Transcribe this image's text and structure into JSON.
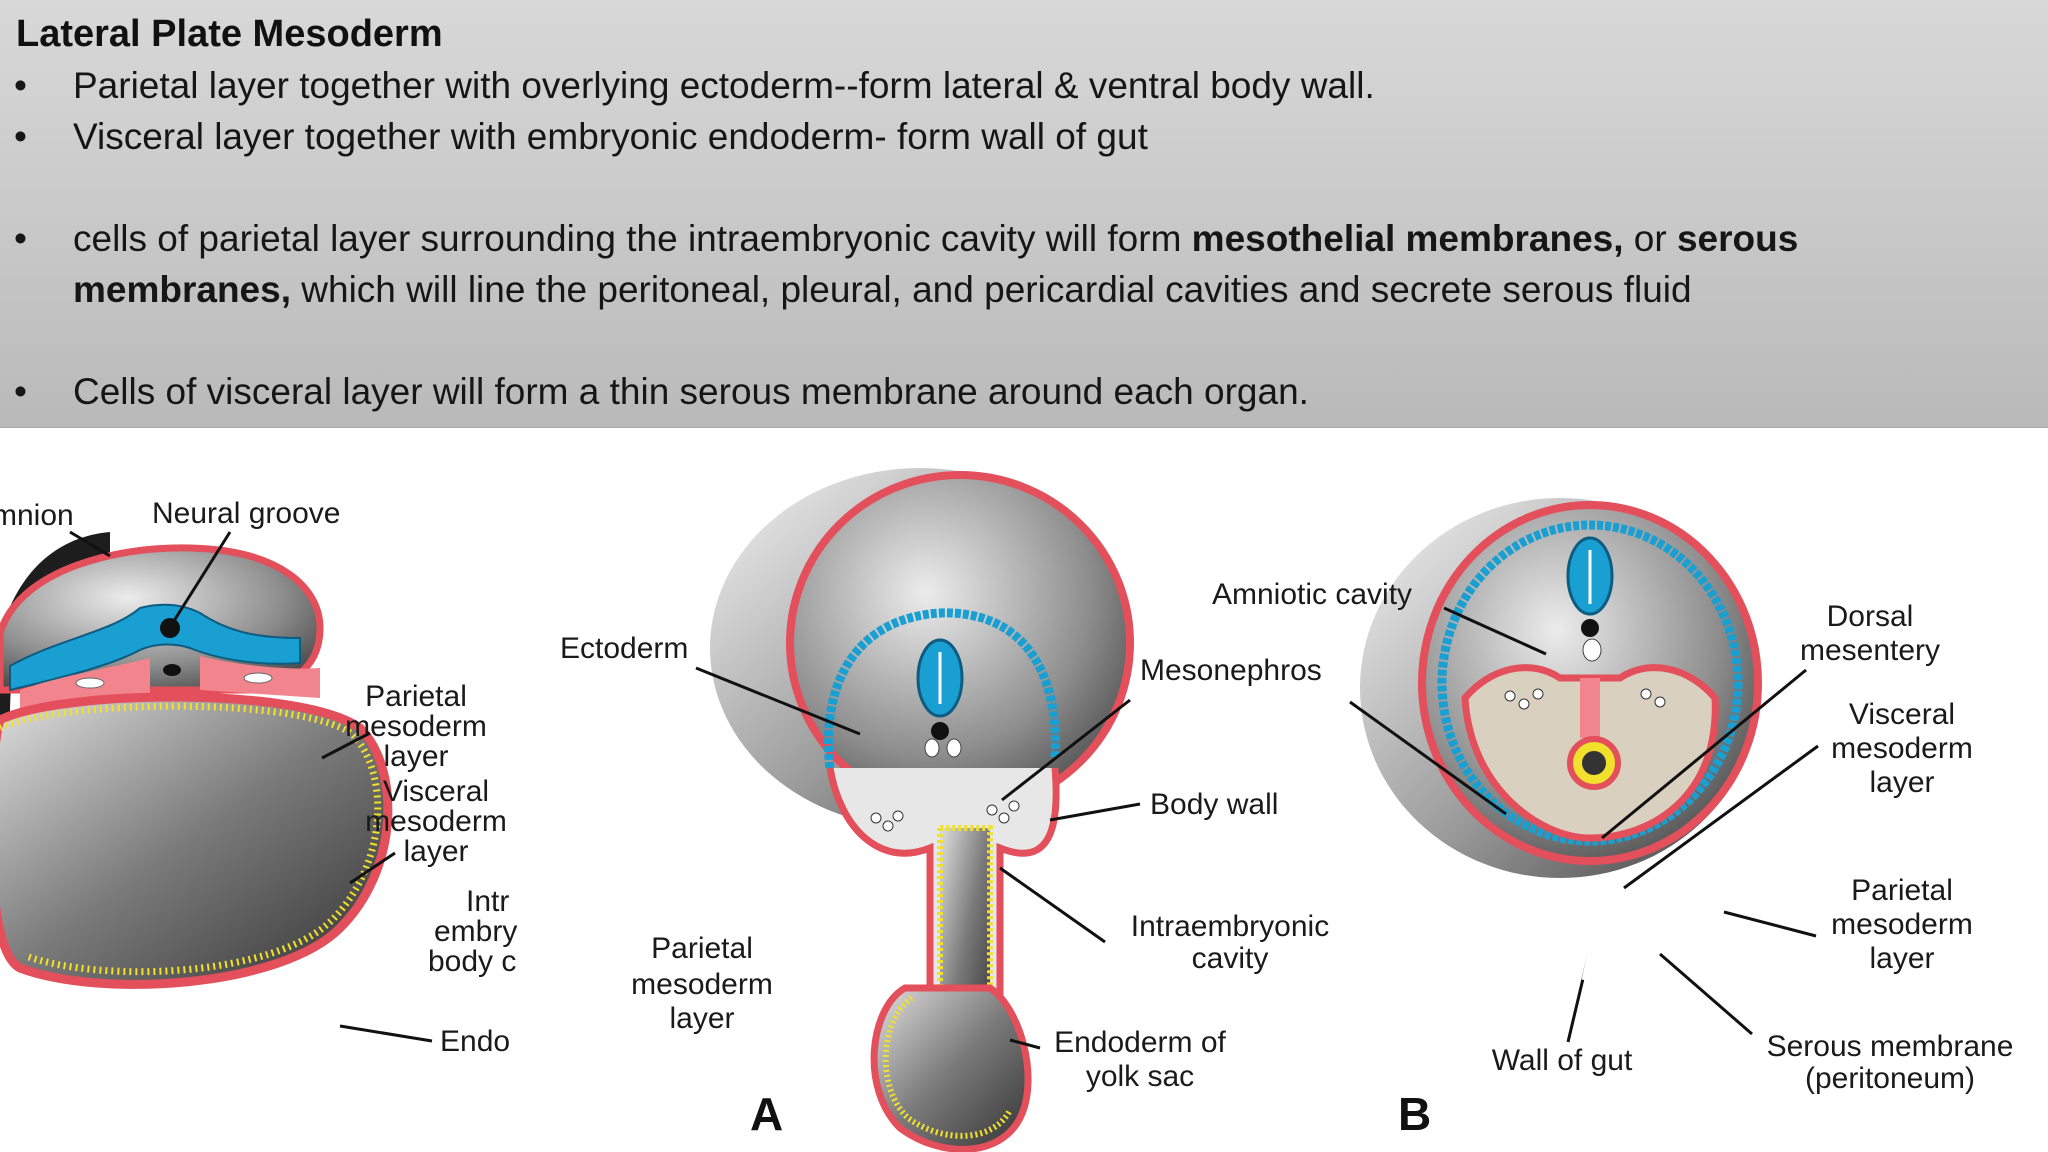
{
  "slide": {
    "title": "Lateral Plate Mesoderm",
    "bullet_char": "•",
    "bullets": [
      {
        "parts": [
          "Parietal layer together with overlying ectoderm--form lateral & ventral body wall."
        ]
      },
      {
        "parts": [
          "Visceral layer together with embryonic endoderm- form wall of  gut"
        ]
      },
      {
        "parts": [
          "cells of  parietal layer surrounding the intraembryonic cavity will form  ",
          "mesothelial membranes,",
          " or ",
          "serous membranes,",
          " which will line the peritoneal, pleural, and pericardial cavities and secrete serous fluid"
        ]
      },
      {
        "parts": [
          "Cells of  visceral layer will form a thin serous membrane around each organ."
        ]
      }
    ]
  },
  "figure": {
    "left_panel": {
      "amnion": "mnion",
      "neural_groove": "Neural groove",
      "parietal": [
        "Parietal",
        "mesoderm",
        "layer"
      ],
      "visceral": [
        "Visceral",
        "mesoderm",
        "layer"
      ],
      "intra": [
        "Intr",
        "embry",
        "body c"
      ],
      "endoderm": "Endo"
    },
    "panel_a": {
      "letter": "A",
      "ectoderm": "Ectoderm",
      "mesonephros": "Mesonephros",
      "body_wall": "Body wall",
      "intraembryonic": [
        "Intraembryonic",
        "cavity"
      ],
      "parietal": [
        "Parietal",
        "mesoderm",
        "layer"
      ],
      "endoderm_yolk": [
        "Endoderm of",
        "yolk sac"
      ]
    },
    "panel_b": {
      "letter": "B",
      "amniotic": "Amniotic cavity",
      "dorsal": [
        "Dorsal",
        "mesentery"
      ],
      "visceral": [
        "Visceral",
        "mesoderm",
        "layer"
      ],
      "parietal": [
        "Parietal",
        "mesoderm",
        "layer"
      ],
      "serous": [
        "Serous membrane",
        "(peritoneum)"
      ],
      "wall_gut": "Wall of gut"
    },
    "colors": {
      "mesoderm_red": "#e34f5a",
      "mesoderm_pink": "#f5aab0",
      "ectoderm_blue": "#1a9fd2",
      "endoderm_yellow": "#f1e02c",
      "embryo_grey": "#6d6d6d"
    }
  }
}
